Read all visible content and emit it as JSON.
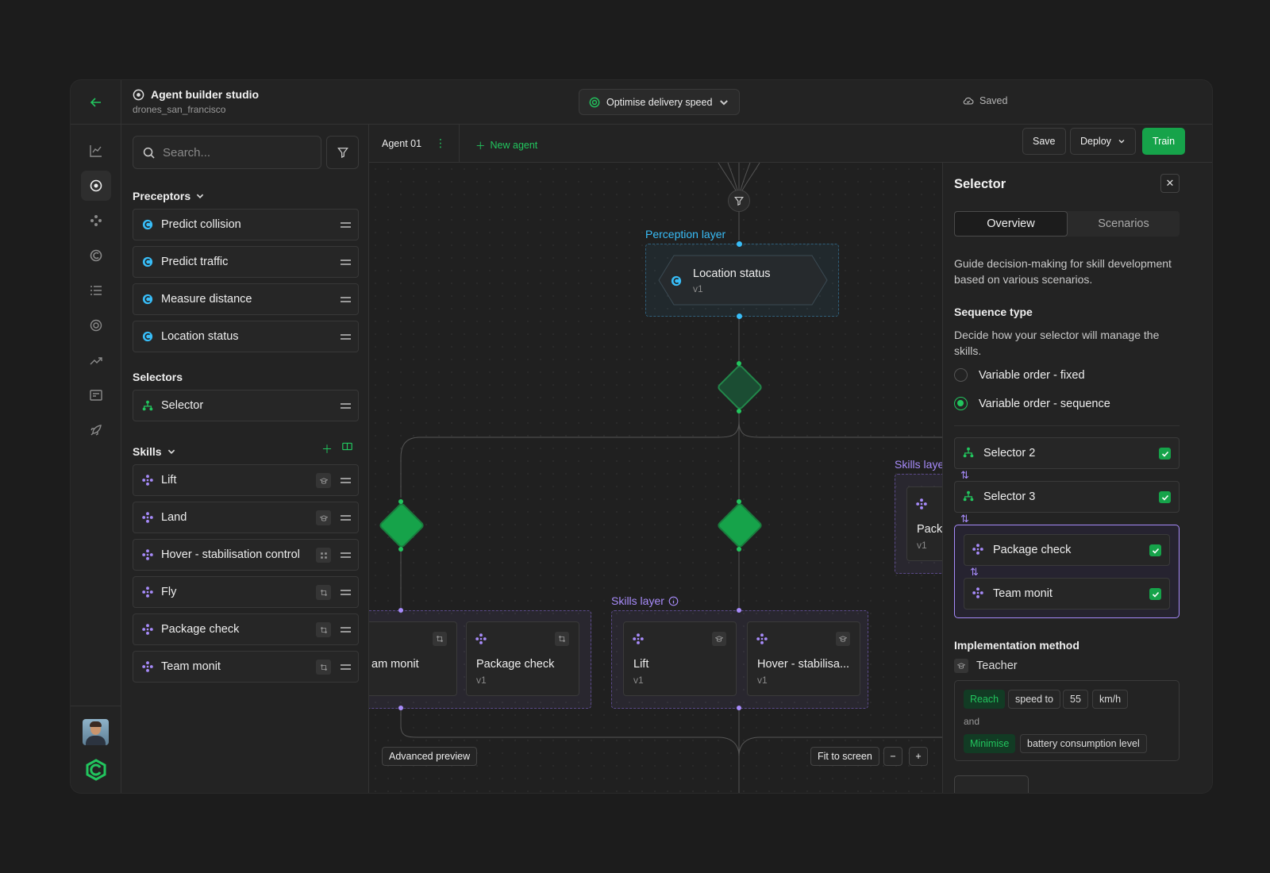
{
  "app": {
    "title": "Agent builder studio",
    "subtitle": "drones_san_francisco"
  },
  "goal": {
    "label": "Optimise delivery speed"
  },
  "search": {
    "placeholder": "Search..."
  },
  "library": {
    "preceptors_title": "Preceptors",
    "preceptors": [
      "Predict collision",
      "Predict traffic",
      "Measure distance",
      "Location status"
    ],
    "selectors_title": "Selectors",
    "selectors": [
      "Selector"
    ],
    "skills_title": "Skills",
    "skills": [
      "Lift",
      "Land",
      "Hover - stabilisation control",
      "Fly",
      "Package check",
      "Team monit"
    ]
  },
  "tabs": {
    "agent": "Agent 01",
    "new_agent": "New agent"
  },
  "toolbar": {
    "saved": "Saved",
    "save": "Save",
    "deploy": "Deploy",
    "train": "Train"
  },
  "canvas": {
    "perception_layer": "Perception layer",
    "perception_node": {
      "name": "Location status",
      "version": "v1"
    },
    "skills_layer": "Skills layer",
    "skills_layer_right": "Skills layer",
    "left_group": [
      {
        "name": "am monit"
      },
      {
        "name": "Package check",
        "version": "v1"
      }
    ],
    "center_group": [
      {
        "name": "Lift",
        "version": "v1"
      },
      {
        "name": "Hover - stabilisa...",
        "version": "v1"
      }
    ],
    "right_partial": {
      "name": "Packag",
      "version": "v1"
    },
    "advanced_preview": "Advanced preview",
    "fit_to_screen": "Fit to screen",
    "zoom_out": "−",
    "zoom_in": "+"
  },
  "panel": {
    "title": "Selector",
    "tabs": [
      "Overview",
      "Scenarios"
    ],
    "description": "Guide decision-making for skill development based on various scenarios.",
    "sequence_title": "Sequence type",
    "sequence_desc": "Decide how your selector will manage the skills.",
    "options": [
      "Variable order - fixed",
      "Variable order - sequence"
    ],
    "sequence": [
      "Selector 2",
      "Selector 3"
    ],
    "group": [
      "Package check",
      "Team monit"
    ],
    "impl_title": "Implementation method",
    "impl_method": "Teacher",
    "rules": {
      "reach": "Reach",
      "speed_to": "speed to",
      "value": "55",
      "unit": "km/h",
      "and": "and",
      "minimise": "Minimise",
      "battery": "battery consumption level"
    }
  },
  "colors": {
    "accent": "#22c55e",
    "skill": "#a78bfa",
    "perception": "#38bdf8"
  }
}
